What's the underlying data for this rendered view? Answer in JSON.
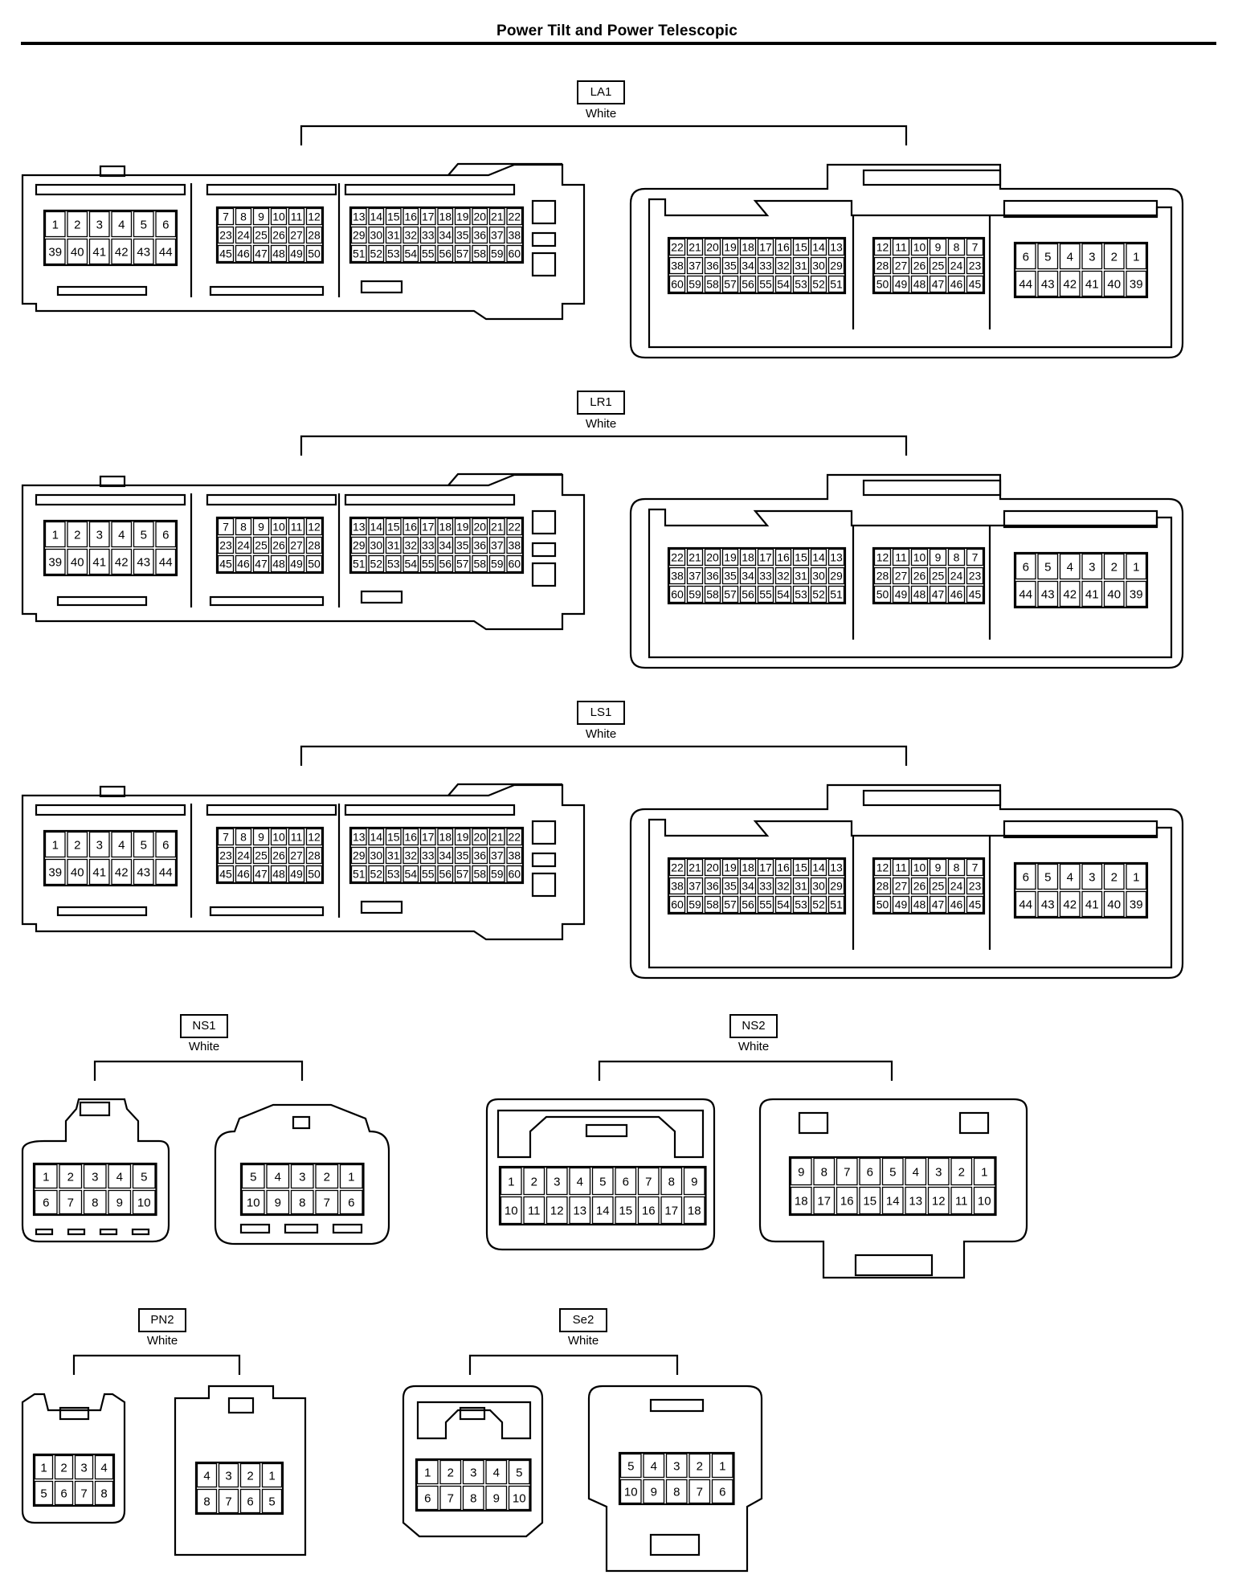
{
  "page": {
    "title": "Power Tilt and Power Telescopic"
  },
  "connectors": [
    {
      "code": "LA1",
      "color": "White"
    },
    {
      "code": "LR1",
      "color": "White"
    },
    {
      "code": "LS1",
      "color": "White"
    },
    {
      "code": "NS1",
      "color": "White"
    },
    {
      "code": "NS2",
      "color": "White"
    },
    {
      "code": "PN2",
      "color": "White"
    },
    {
      "code": "Se2",
      "color": "White"
    }
  ],
  "pinouts": {
    "big_male_left_block": [
      [
        "1",
        "2",
        "3",
        "4",
        "5",
        "6"
      ],
      [
        "39",
        "40",
        "41",
        "42",
        "43",
        "44"
      ]
    ],
    "big_male_mid_block": [
      [
        "7",
        "8",
        "9",
        "10",
        "11",
        "12"
      ],
      [
        "23",
        "24",
        "25",
        "26",
        "27",
        "28"
      ],
      [
        "45",
        "46",
        "47",
        "48",
        "49",
        "50"
      ]
    ],
    "big_male_right_block": [
      [
        "13",
        "14",
        "15",
        "16",
        "17",
        "18",
        "19",
        "20",
        "21",
        "22"
      ],
      [
        "29",
        "30",
        "31",
        "32",
        "33",
        "34",
        "35",
        "36",
        "37",
        "38"
      ],
      [
        "51",
        "52",
        "53",
        "54",
        "55",
        "56",
        "57",
        "58",
        "59",
        "60"
      ]
    ],
    "big_female_left_block": [
      [
        "22",
        "21",
        "20",
        "19",
        "18",
        "17",
        "16",
        "15",
        "14",
        "13"
      ],
      [
        "38",
        "37",
        "36",
        "35",
        "34",
        "33",
        "32",
        "31",
        "30",
        "29"
      ],
      [
        "60",
        "59",
        "58",
        "57",
        "56",
        "55",
        "54",
        "53",
        "52",
        "51"
      ]
    ],
    "big_female_mid_block": [
      [
        "12",
        "11",
        "10",
        "9",
        "8",
        "7"
      ],
      [
        "28",
        "27",
        "26",
        "25",
        "24",
        "23"
      ],
      [
        "50",
        "49",
        "48",
        "47",
        "46",
        "45"
      ]
    ],
    "big_female_right_block": [
      [
        "6",
        "5",
        "4",
        "3",
        "2",
        "1"
      ],
      [
        "44",
        "43",
        "42",
        "41",
        "40",
        "39"
      ]
    ],
    "ns1_male": [
      [
        "1",
        "2",
        "3",
        "4",
        "5"
      ],
      [
        "6",
        "7",
        "8",
        "9",
        "10"
      ]
    ],
    "ns1_female": [
      [
        "5",
        "4",
        "3",
        "2",
        "1"
      ],
      [
        "10",
        "9",
        "8",
        "7",
        "6"
      ]
    ],
    "ns2_male": [
      [
        "1",
        "2",
        "3",
        "4",
        "5",
        "6",
        "7",
        "8",
        "9"
      ],
      [
        "10",
        "11",
        "12",
        "13",
        "14",
        "15",
        "16",
        "17",
        "18"
      ]
    ],
    "ns2_female": [
      [
        "9",
        "8",
        "7",
        "6",
        "5",
        "4",
        "3",
        "2",
        "1"
      ],
      [
        "18",
        "17",
        "16",
        "15",
        "14",
        "13",
        "12",
        "11",
        "10"
      ]
    ],
    "pn2_male": [
      [
        "1",
        "2",
        "3",
        "4"
      ],
      [
        "5",
        "6",
        "7",
        "8"
      ]
    ],
    "pn2_female": [
      [
        "4",
        "3",
        "2",
        "1"
      ],
      [
        "8",
        "7",
        "6",
        "5"
      ]
    ],
    "se2_male": [
      [
        "1",
        "2",
        "3",
        "4",
        "5"
      ],
      [
        "6",
        "7",
        "8",
        "9",
        "10"
      ]
    ],
    "se2_female": [
      [
        "5",
        "4",
        "3",
        "2",
        "1"
      ],
      [
        "10",
        "9",
        "8",
        "7",
        "6"
      ]
    ]
  }
}
